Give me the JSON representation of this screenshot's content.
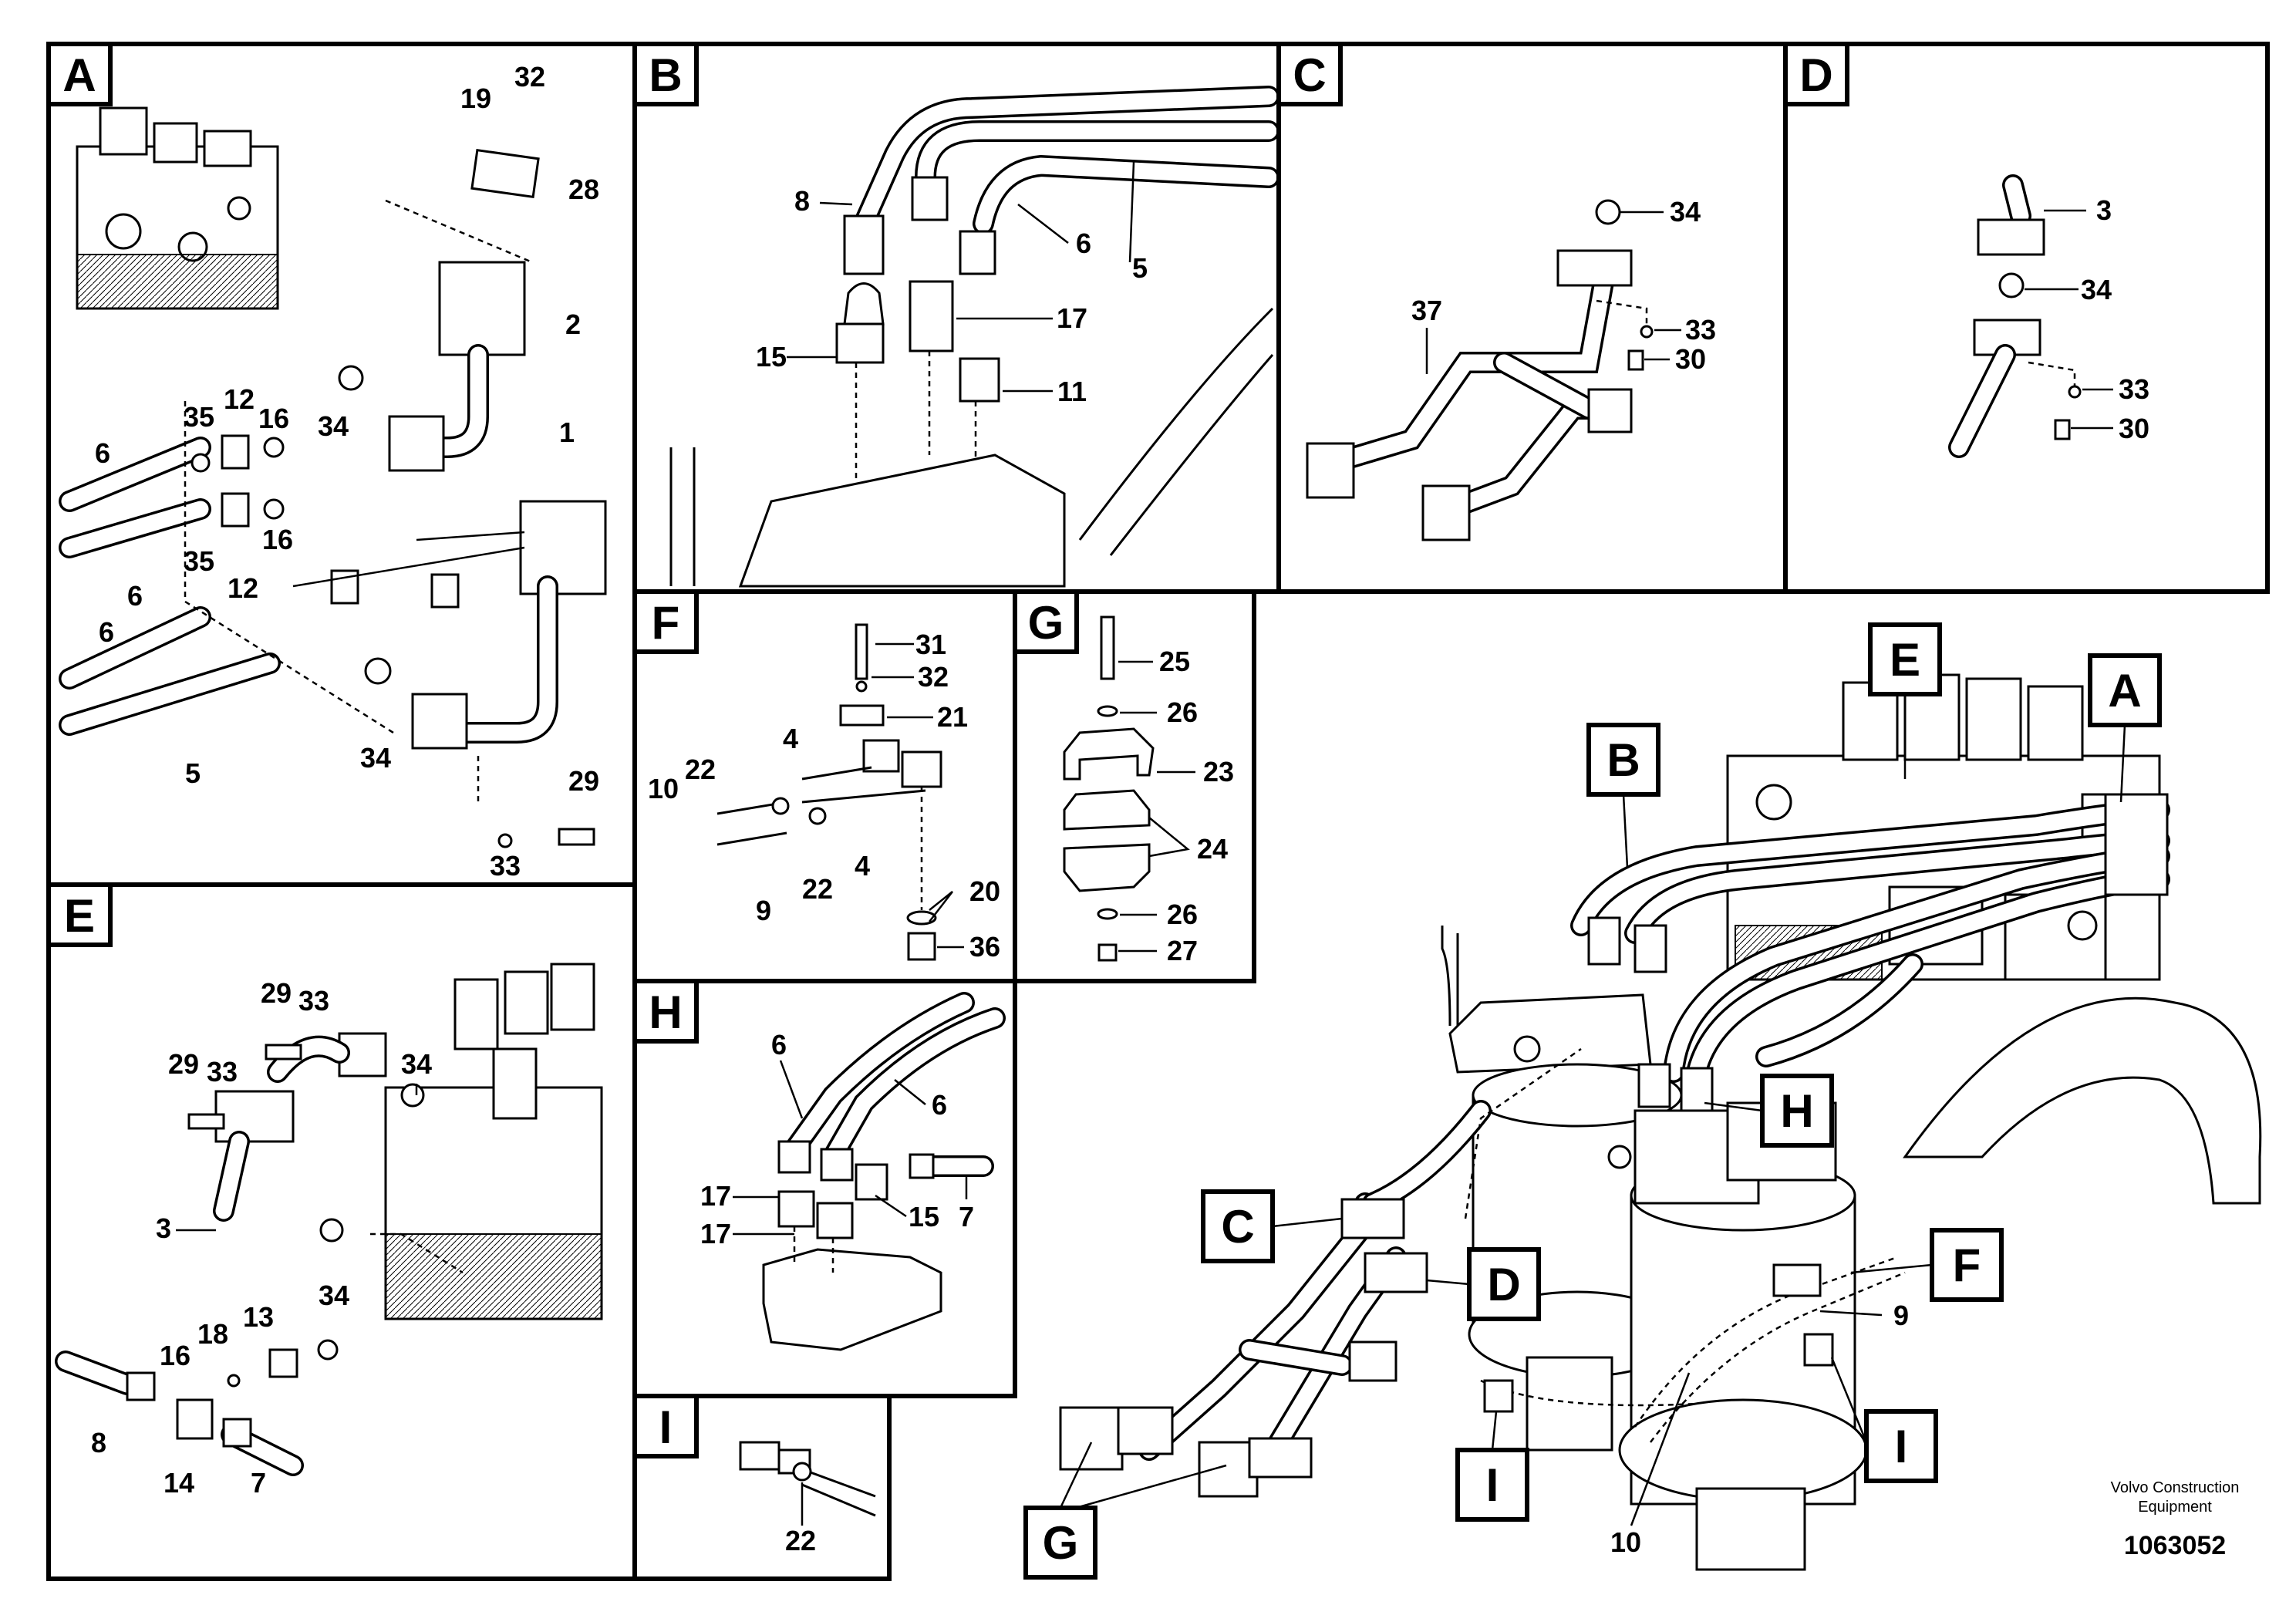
{
  "panels": [
    {
      "letter": "A"
    },
    {
      "letter": "B"
    },
    {
      "letter": "C"
    },
    {
      "letter": "D"
    },
    {
      "letter": "E"
    },
    {
      "letter": "F"
    },
    {
      "letter": "G"
    },
    {
      "letter": "H"
    },
    {
      "letter": "I"
    }
  ],
  "callouts": {
    "A": [
      "19",
      "32",
      "28",
      "2",
      "1",
      "16",
      "16",
      "12",
      "12",
      "35",
      "35",
      "34",
      "34",
      "6",
      "6",
      "6",
      "5",
      "29",
      "33"
    ],
    "B": [
      "8",
      "6",
      "5",
      "17",
      "15",
      "11"
    ],
    "C": [
      "34",
      "37",
      "33",
      "30"
    ],
    "D": [
      "3",
      "34",
      "33",
      "30"
    ],
    "E": [
      "29",
      "33",
      "29",
      "33",
      "34",
      "3",
      "34",
      "13",
      "18",
      "16",
      "8",
      "14",
      "7"
    ],
    "F": [
      "31",
      "32",
      "21",
      "4",
      "22",
      "10",
      "22",
      "4",
      "9",
      "20",
      "36"
    ],
    "G": [
      "25",
      "26",
      "23",
      "24",
      "26",
      "27"
    ],
    "H": [
      "6",
      "6",
      "17",
      "17",
      "15",
      "7"
    ],
    "I": [
      "22"
    ],
    "main": [
      "9",
      "10"
    ]
  },
  "main_labels": [
    "A",
    "B",
    "C",
    "D",
    "E",
    "F",
    "G",
    "H",
    "I",
    "I"
  ],
  "footer": {
    "company_line1": "Volvo Construction",
    "company_line2": "Equipment",
    "drawing_number": "1063052"
  }
}
